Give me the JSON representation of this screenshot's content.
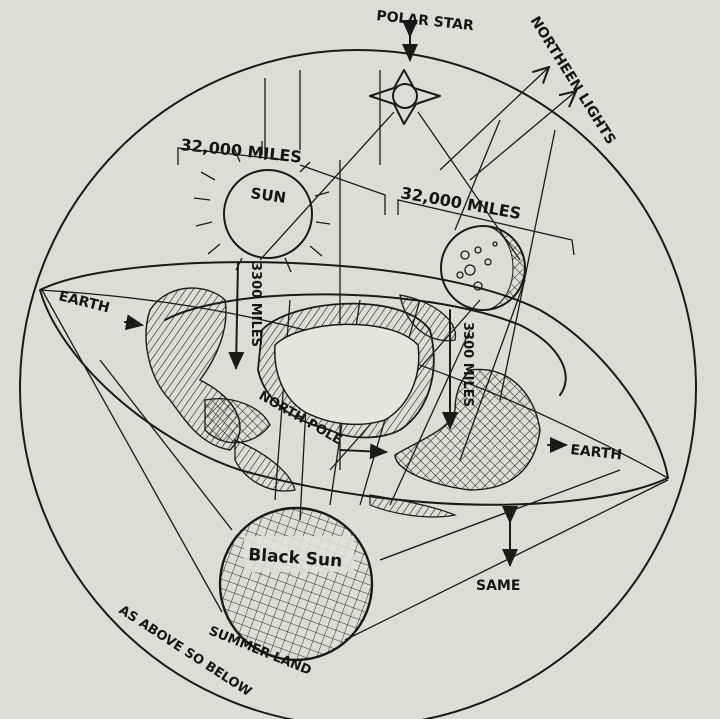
{
  "labels": {
    "polar_star": "POLAR STAR",
    "northern_lights": "NORTHEEN LIGHTS",
    "distance_left": "32,000 MILES",
    "distance_right": "32,000 MILES",
    "sun": "SUN",
    "earth_left": "EARTH",
    "earth_right": "EARTH",
    "height_sun": "3300 MILES",
    "height_moon": "3300 MILES",
    "north_pole": "NORTH POLE",
    "black_sun": "Black Sun",
    "same": "SAME",
    "summer_land": "SUMMER LAND",
    "as_above": "AS ABOVE SO BELOW"
  },
  "colors": {
    "paper": "#dedcd6",
    "ink": "#1a1a1a"
  }
}
